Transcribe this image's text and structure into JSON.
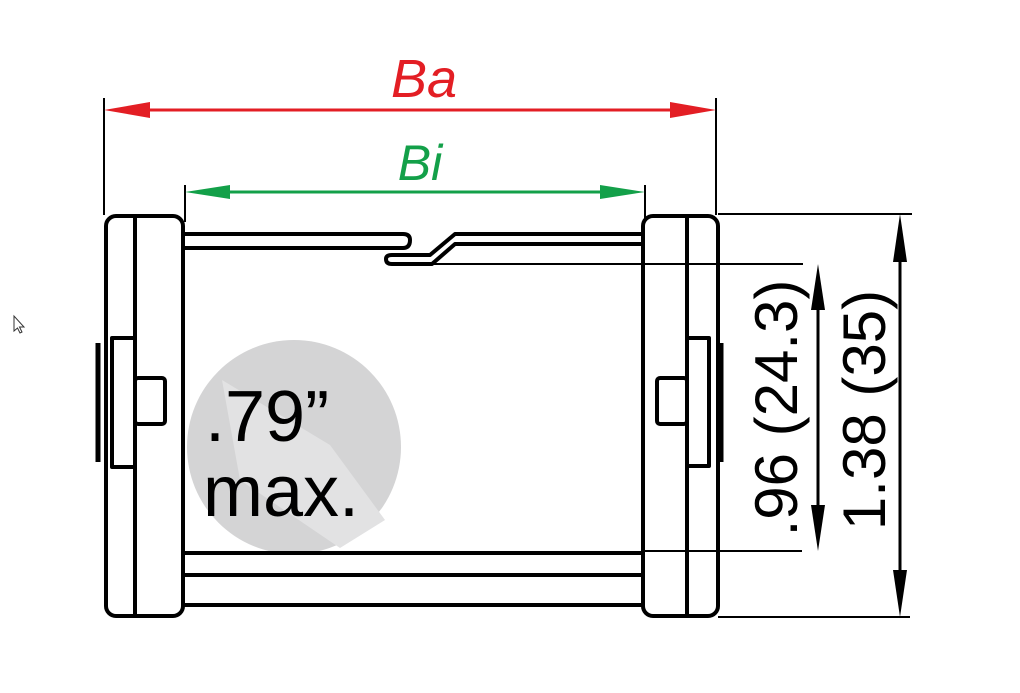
{
  "dimensions": {
    "outer_width_label": "Ba",
    "inner_width_label": "Bi",
    "inner_height": ".96 (24.3)",
    "outer_height": "1.38 (35)"
  },
  "badge": {
    "line1": ".79”",
    "line2": "max."
  },
  "colors": {
    "outer_width": "#e31e24",
    "inner_width": "#13a049",
    "badge": "#d4d4d5"
  },
  "cursor_icon": "mouse-pointer-icon"
}
